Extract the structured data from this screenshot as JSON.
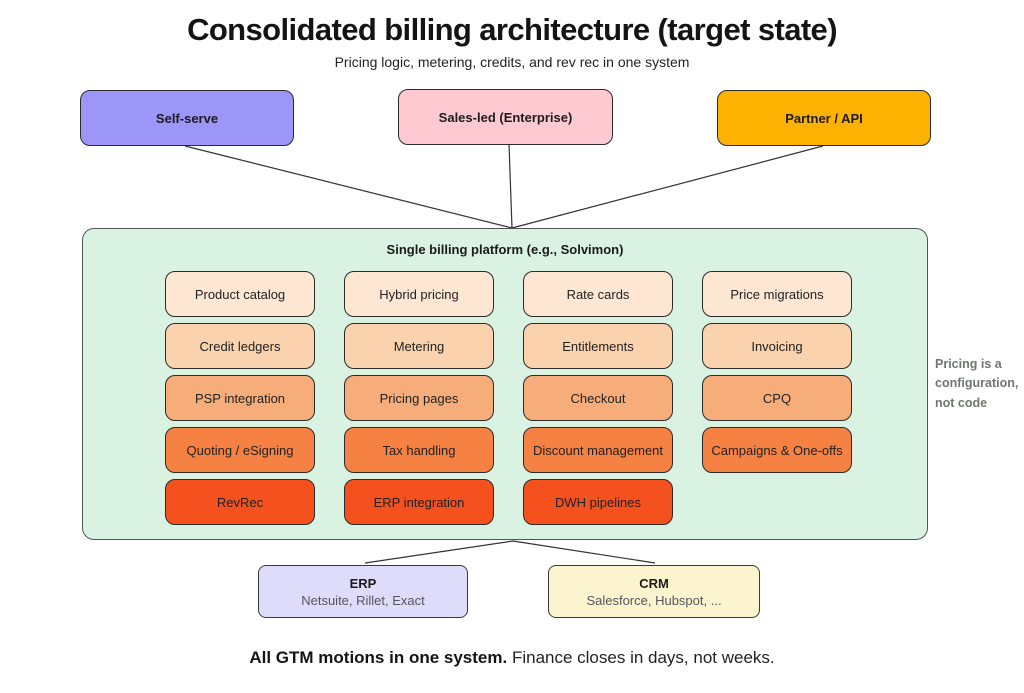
{
  "title": "Consolidated billing architecture (target state)",
  "subtitle": "Pricing logic, metering, credits, and rev rec in one system",
  "channels": [
    {
      "label": "Self-serve",
      "color": "#9b96f8"
    },
    {
      "label": "Sales-led (Enterprise)",
      "color": "#ffc9d2"
    },
    {
      "label": "Partner / API",
      "color": "#fdb201"
    }
  ],
  "platform": {
    "title": "Single billing platform (e.g., Solvimon)",
    "background": "#daf2e2",
    "rows": [
      {
        "color": "#fde7d3",
        "cells": [
          "Product catalog",
          "Hybrid pricing",
          "Rate cards",
          "Price migrations"
        ]
      },
      {
        "color": "#fad2ad",
        "cells": [
          "Credit ledgers",
          "Metering",
          "Entitlements",
          "Invoicing"
        ]
      },
      {
        "color": "#f7ad79",
        "cells": [
          "PSP integration",
          "Pricing pages",
          "Checkout",
          "CPQ"
        ]
      },
      {
        "color": "#f58142",
        "cells": [
          "Quoting / eSigning",
          "Tax handling",
          "Discount management",
          "Campaigns & One-offs"
        ]
      },
      {
        "color": "#f4511e",
        "cells": [
          "RevRec",
          "ERP integration",
          "DWH pipelines"
        ]
      }
    ]
  },
  "side_note": "Pricing is a configuration, not code",
  "downstream": [
    {
      "title": "ERP",
      "subtitle": "Netsuite, Rillet, Exact",
      "color": "#dedcfa"
    },
    {
      "title": "CRM",
      "subtitle": "Salesforce, Hubspot, ...",
      "color": "#fcf3cf"
    }
  ],
  "caption": {
    "bold": "All GTM motions in one system.",
    "regular": "Finance closes in days, not weeks."
  }
}
